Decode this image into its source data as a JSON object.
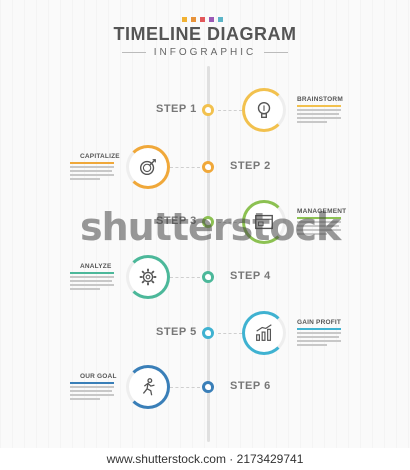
{
  "header": {
    "title": "TIMELINE DIAGRAM",
    "subtitle": "INFOGRAPHIC",
    "palette": [
      "#f2b233",
      "#e8933a",
      "#e2575a",
      "#9b59b6",
      "#5bb5c8"
    ]
  },
  "steps": [
    {
      "label": "STEP 1",
      "name": "BRAINSTORM",
      "icon": "lightbulb-icon",
      "color": "#f2c14e"
    },
    {
      "label": "STEP 2",
      "name": "CAPITALIZE",
      "icon": "dollar-target-icon",
      "color": "#f0a83a"
    },
    {
      "label": "STEP 3",
      "name": "MANAGEMENT",
      "icon": "browser-window-icon",
      "color": "#8cc152"
    },
    {
      "label": "STEP 4",
      "name": "ANALYZE",
      "icon": "gear-icon",
      "color": "#4cb89a"
    },
    {
      "label": "STEP 5",
      "name": "GAIN PROFIT",
      "icon": "growth-chart-icon",
      "color": "#3fb2d1"
    },
    {
      "label": "STEP 6",
      "name": "OUR GOAL",
      "icon": "running-person-icon",
      "color": "#3a7fb8"
    }
  ],
  "watermark": "shutterstock",
  "footer": "www.shutterstock.com · 2173429741"
}
